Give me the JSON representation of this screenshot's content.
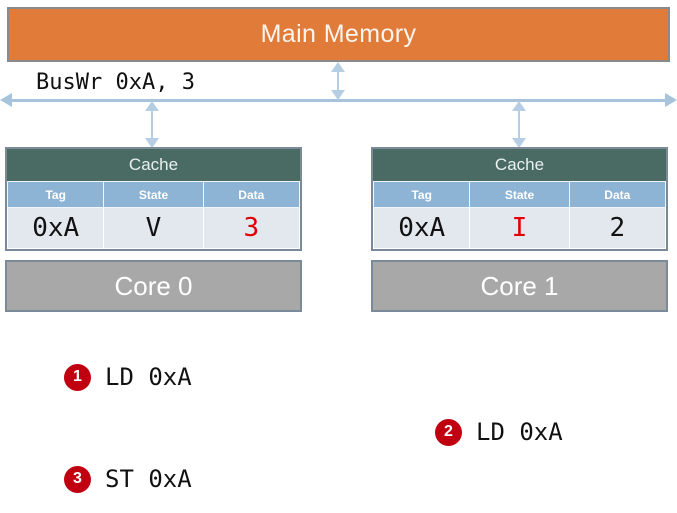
{
  "memory": {
    "label": "Main Memory",
    "color": "#e07b39"
  },
  "bus": {
    "label": "BusWr 0xA, 3",
    "color": "#a8c4dd"
  },
  "caches": [
    {
      "title": "Cache",
      "columns": [
        "Tag",
        "State",
        "Data"
      ],
      "row": {
        "tag": "0xA",
        "state": "V",
        "data": "3"
      },
      "highlight": "data",
      "core": "Core 0"
    },
    {
      "title": "Cache",
      "columns": [
        "Tag",
        "State",
        "Data"
      ],
      "row": {
        "tag": "0xA",
        "state": "I",
        "data": "2"
      },
      "highlight": "state",
      "core": "Core 1"
    }
  ],
  "steps": [
    {
      "num": "1",
      "text": "LD 0xA"
    },
    {
      "num": "2",
      "text": "LD 0xA"
    },
    {
      "num": "3",
      "text": "ST 0xA"
    }
  ],
  "colors": {
    "highlight": "#e00000",
    "badge": "#c00010",
    "cache_header": "#4a6b63",
    "column_header": "#8db4d4",
    "core": "#a8a8a8"
  }
}
